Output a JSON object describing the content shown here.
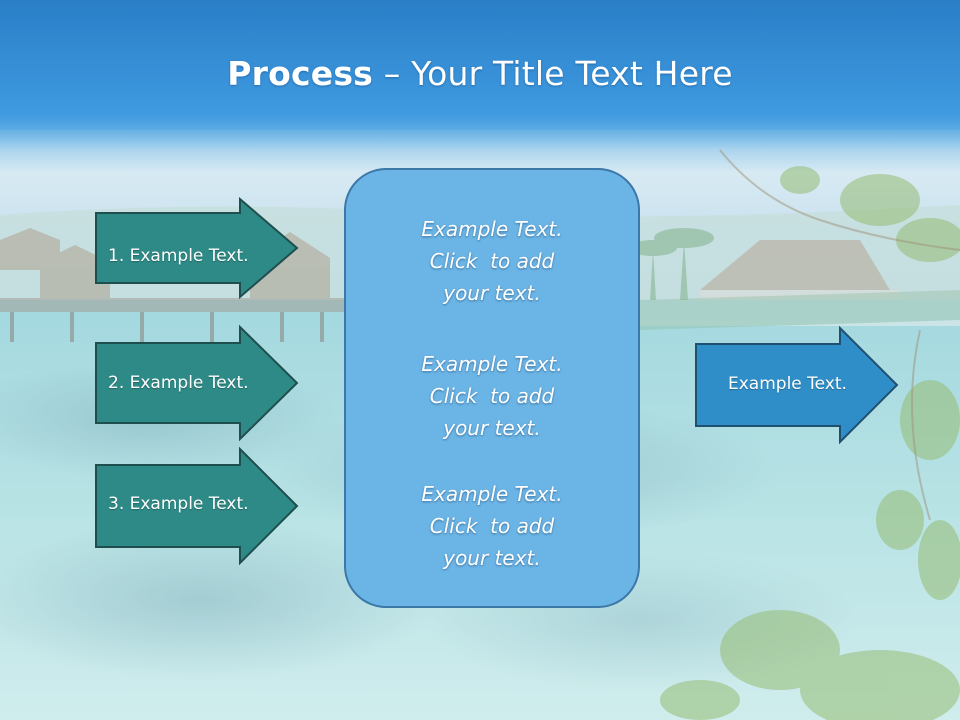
{
  "slide": {
    "title_bold": "Process",
    "title_rest": " – Your Title Text Here",
    "inputs": [
      {
        "label": "1. Example Text."
      },
      {
        "label": "2. Example Text."
      },
      {
        "label": "3. Example Text."
      }
    ],
    "center_blocks": [
      {
        "lines": [
          "Example Text.",
          "Click  to add",
          "your text."
        ]
      },
      {
        "lines": [
          "Example Text.",
          "Click  to add",
          "your text."
        ]
      },
      {
        "lines": [
          "Example Text.",
          "Click  to add",
          "your text."
        ]
      }
    ],
    "output": {
      "label": "Example Text."
    }
  },
  "colors": {
    "title_bar_top": "#2a7fc7",
    "title_bar_bottom": "#5aabe6",
    "input_arrow_fill": "#2e8a86",
    "input_arrow_stroke": "#1f4e4e",
    "center_fill": "#6bb5e6",
    "center_stroke": "#3b78a8",
    "output_arrow_fill": "#2f8ec7",
    "output_arrow_stroke": "#1f5070"
  },
  "background": {
    "description_icon": "tropical-lagoon-photo"
  }
}
